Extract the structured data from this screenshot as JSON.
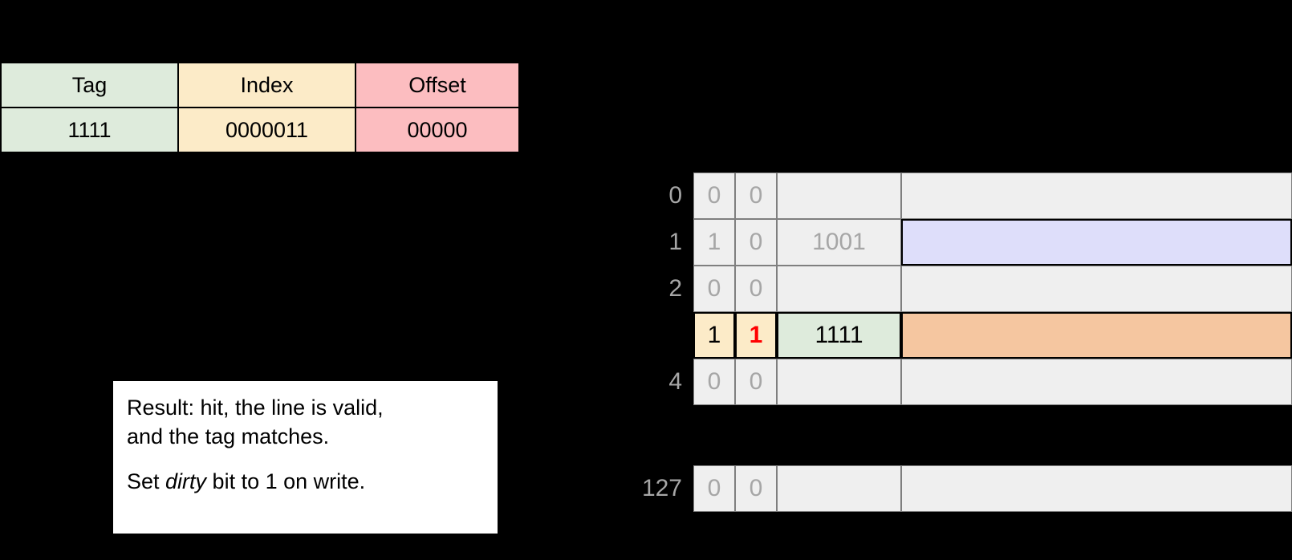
{
  "address_table": {
    "headers": [
      "Tag",
      "Index",
      "Offset"
    ],
    "values": [
      "1111",
      "0000011",
      "00000"
    ],
    "colors": {
      "tag": "#DEEBDC",
      "index": "#FCEBC8",
      "offset": "#FCBDC0"
    }
  },
  "result_box": {
    "line1": "Result: hit, the line is valid,",
    "line2": "and the tag matches.",
    "line3_prefix": "Set ",
    "line3_italic": "dirty",
    "line3_suffix": " bit to 1 on write."
  },
  "cache": {
    "rows": [
      {
        "label": "0",
        "valid": "0",
        "dirty": "0",
        "tag": "",
        "data": "",
        "state": "inactive",
        "data_fill": "none"
      },
      {
        "label": "1",
        "valid": "1",
        "dirty": "0",
        "tag": "1001",
        "data": "",
        "state": "inactive",
        "data_fill": "lavender"
      },
      {
        "label": "2",
        "valid": "0",
        "dirty": "0",
        "tag": "",
        "data": "",
        "state": "inactive",
        "data_fill": "none"
      },
      {
        "label": "",
        "valid": "1",
        "dirty": "1",
        "tag": "1111",
        "data": "",
        "state": "active",
        "data_fill": "orange"
      },
      {
        "label": "4",
        "valid": "0",
        "dirty": "0",
        "tag": "",
        "data": "",
        "state": "inactive",
        "data_fill": "none"
      }
    ],
    "last_row": {
      "label": "127",
      "valid": "0",
      "dirty": "0",
      "tag": "",
      "data": "",
      "state": "inactive",
      "data_fill": "none"
    },
    "colors": {
      "inactive_fill": "#EFEFEF",
      "inactive_text": "#A6A6A6",
      "inactive_border": "#7F7F7F",
      "active_valid_fill": "#FCEBC8",
      "active_tag_fill": "#DEEBDC",
      "active_data_fill": "#F5C6A0",
      "lavender_data_fill": "#DEDEFA",
      "dirty_set_text": "#FF0000",
      "background": "#000000"
    }
  }
}
